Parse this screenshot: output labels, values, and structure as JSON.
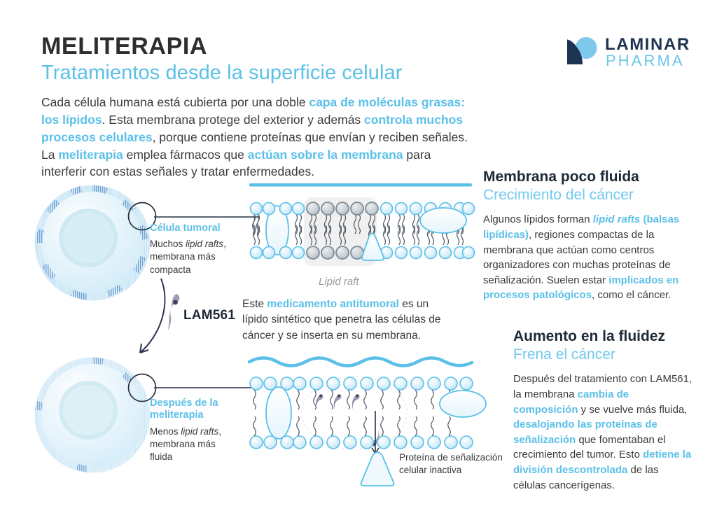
{
  "header": {
    "title": "MELITERAPIA",
    "subtitle": "Tratamientos desde la superficie celular",
    "intro_runs": [
      {
        "t": "Cada célula humana está cubierta por una doble ",
        "hl": false
      },
      {
        "t": "capa de moléculas grasas: los lípidos",
        "hl": true
      },
      {
        "t": ". Esta membrana protege del exterior y además ",
        "hl": false
      },
      {
        "t": "controla muchos procesos celulares",
        "hl": true
      },
      {
        "t": ", porque contiene proteínas que envían y reciben señales. La ",
        "hl": false
      },
      {
        "t": "meliterapia",
        "hl": true
      },
      {
        "t": " emplea fármacos que ",
        "hl": false
      },
      {
        "t": "actúan sobre la membrana",
        "hl": true
      },
      {
        "t": " para interferir con estas señales y tratar enfermedades.",
        "hl": false
      }
    ]
  },
  "logo": {
    "name_top": "LAMINAR",
    "name_bottom": "PHARMA",
    "mark": "laminar-circle-wave-mark"
  },
  "sections": [
    {
      "heading": "Membrana poco fluida",
      "subheading": "Crecimiento del cáncer",
      "body_runs": [
        {
          "t": "Algunos lípidos forman ",
          "hl": false,
          "it": false
        },
        {
          "t": "lipid rafts",
          "hl": true,
          "it": true
        },
        {
          "t": " (balsas lipídicas)",
          "hl": true,
          "it": false
        },
        {
          "t": ", regiones compactas de la membrana que actúan como centros organizadores con muchas proteínas de señalización. Suelen estar ",
          "hl": false,
          "it": false
        },
        {
          "t": "implicados en procesos patológicos",
          "hl": true,
          "it": false
        },
        {
          "t": ", como el cáncer.",
          "hl": false,
          "it": false
        }
      ]
    },
    {
      "heading": "Aumento en la fluidez",
      "subheading": "Frena el cáncer",
      "body_runs": [
        {
          "t": "Después del tratamiento con LAM561, la membrana ",
          "hl": false,
          "it": false
        },
        {
          "t": "cambia de composición",
          "hl": true,
          "it": false
        },
        {
          "t": " y se vuelve más fluida, ",
          "hl": false,
          "it": false
        },
        {
          "t": "desalojando las proteínas de señalización",
          "hl": true,
          "it": false
        },
        {
          "t": " que fomentaban el crecimiento del tumor. Esto ",
          "hl": false,
          "it": false
        },
        {
          "t": "detiene la división descontrolada",
          "hl": true,
          "it": false
        },
        {
          "t": " de las células cancerígenas.",
          "hl": false,
          "it": false
        }
      ]
    }
  ],
  "callouts": [
    {
      "title": "Célula tumoral",
      "body_runs": [
        {
          "t": "Muchos ",
          "it": false
        },
        {
          "t": "lipid rafts",
          "it": true
        },
        {
          "t": ", membrana más compacta",
          "it": false
        }
      ]
    },
    {
      "title": "Después de la meliterapia",
      "body_runs": [
        {
          "t": "Menos ",
          "it": false
        },
        {
          "t": "lipid rafts",
          "it": true
        },
        {
          "t": ", membrana más fluida",
          "it": false
        }
      ]
    }
  ],
  "middle": {
    "drug_label": "LAM561",
    "drug_icon": "lam561-lipid-molecule-icon",
    "text_runs": [
      {
        "t": "Este ",
        "hl": false
      },
      {
        "t": "medicamento antitumoral",
        "hl": true
      },
      {
        "t": " es un lípido sintético que penetra las células de cáncer y se inserta en su membrana.",
        "hl": false
      }
    ]
  },
  "diagram_labels": {
    "lipid_raft_caption": "Lipid raft",
    "protein_caption": "Proteína de señalización celular inactiva"
  },
  "colors": {
    "accent_blue": "#5bc0e8",
    "light_blue": "#73c9ee",
    "dark_navy": "#1f2a37",
    "logo_navy": "#1f3353",
    "body_gray": "#3b3b3b",
    "raft_gray": "#7e8b96",
    "raft_bg": "#f0f0f0",
    "lam561_purple": "#9a93ae",
    "caption_gray": "#9a9a9a"
  }
}
